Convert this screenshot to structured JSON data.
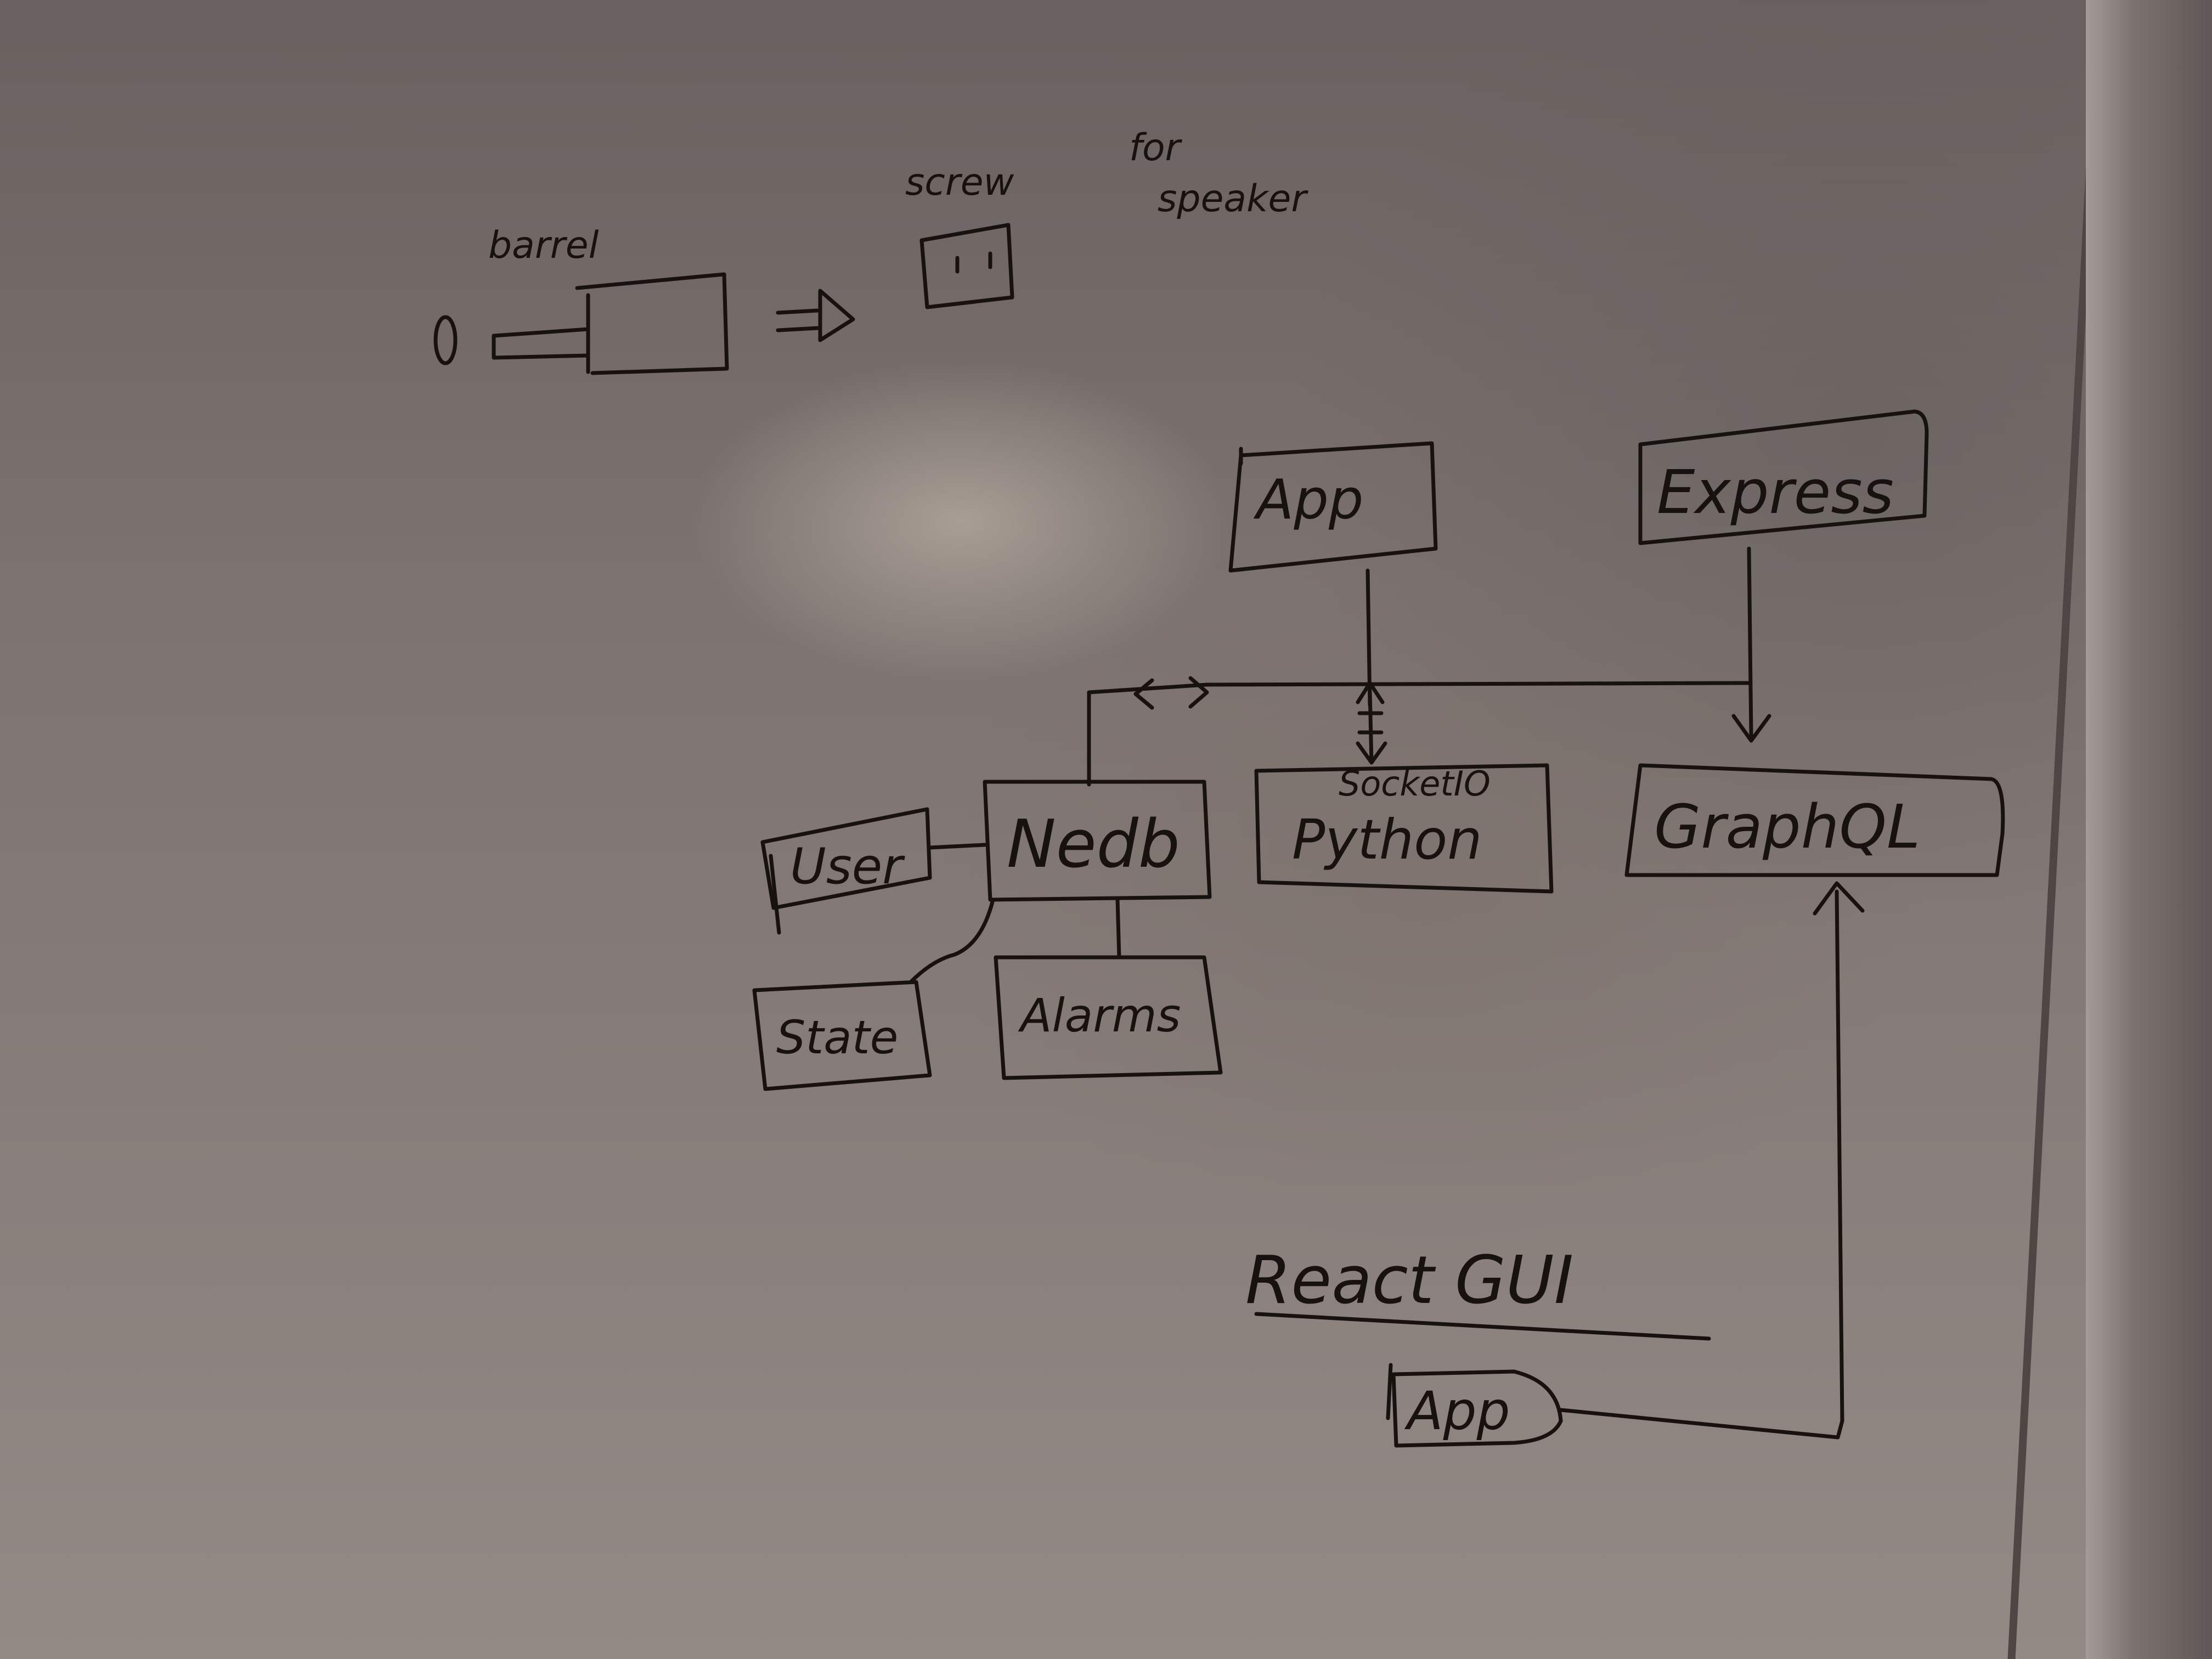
{
  "sketch": {
    "barrel_label": "barrel",
    "screw_label": "screw",
    "for_speaker_line1": "for",
    "for_speaker_line2": "speaker"
  },
  "nodes": {
    "app_top": "App",
    "express": "Express",
    "socket_io": "SocketIO",
    "python": "Python",
    "nedb": "Nedb",
    "graphql": "GraphQL",
    "user": "User",
    "state": "State",
    "alarms": "Alarms",
    "app_bottom": "App"
  },
  "section": {
    "react_gui_title": "React GUI"
  },
  "colors": {
    "ink": "#17120f",
    "board": "#7c7270"
  }
}
